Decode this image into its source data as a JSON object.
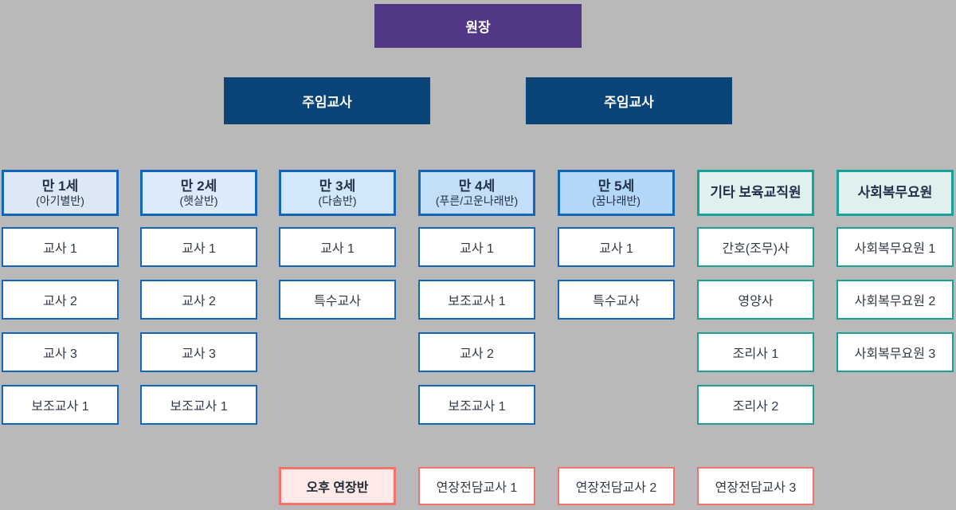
{
  "palette": {
    "page_bg": "#b9b9b9",
    "director_bg": "#523787",
    "head_teacher_bg": "#0b4478",
    "blue_border": "#1266b5",
    "teal_border": "#18a099",
    "teal_header_bg": "#dff0ef",
    "red_border": "#f2736c",
    "pink_bg": "#fdeae8",
    "box_text": "#323a46",
    "header_text": "#22314a"
  },
  "director": {
    "label": "원장"
  },
  "head_teachers": [
    {
      "label": "주임교사"
    },
    {
      "label": "주임교사"
    }
  ],
  "columns": [
    {
      "title": "만 1세",
      "subtitle": "(아기별반)",
      "theme": "blue",
      "header_bg": "#dde8f5",
      "members": [
        "교사 1",
        "교사 2",
        "교사 3",
        "보조교사 1"
      ]
    },
    {
      "title": "만 2세",
      "subtitle": "(햇살반)",
      "theme": "blue",
      "header_bg": "#dcebfb",
      "members": [
        "교사 1",
        "교사 2",
        "교사 3",
        "보조교사 1"
      ]
    },
    {
      "title": "만 3세",
      "subtitle": "(다솜반)",
      "theme": "blue",
      "header_bg": "#d2e7fa",
      "members": [
        "교사 1",
        "특수교사"
      ]
    },
    {
      "title": "만 4세",
      "subtitle": "(푸른/고운나래반)",
      "theme": "blue",
      "header_bg": "#c3def9",
      "members": [
        "교사 1",
        "보조교사 1",
        "교사 2",
        "보조교사 1"
      ]
    },
    {
      "title": "만 5세",
      "subtitle": "(꿈나래반)",
      "theme": "blue",
      "header_bg": "#b2d7f8",
      "members": [
        "교사 1",
        "특수교사"
      ]
    },
    {
      "title": "기타 보육교직원",
      "subtitle": "",
      "theme": "teal",
      "header_bg": "#dff0ef",
      "members": [
        "간호(조무)사",
        "영양사",
        "조리사 1",
        "조리사 2"
      ]
    },
    {
      "title": "사회복무요원",
      "subtitle": "",
      "theme": "teal",
      "header_bg": "#dff0ef",
      "members": [
        "사회복무요원 1",
        "사회복무요원 2",
        "사회복무요원 3"
      ]
    }
  ],
  "extended_row": {
    "highlight": "오후 연장반",
    "teachers": [
      "연장전담교사 1",
      "연장전담교사 2",
      "연장전담교사 3"
    ]
  }
}
